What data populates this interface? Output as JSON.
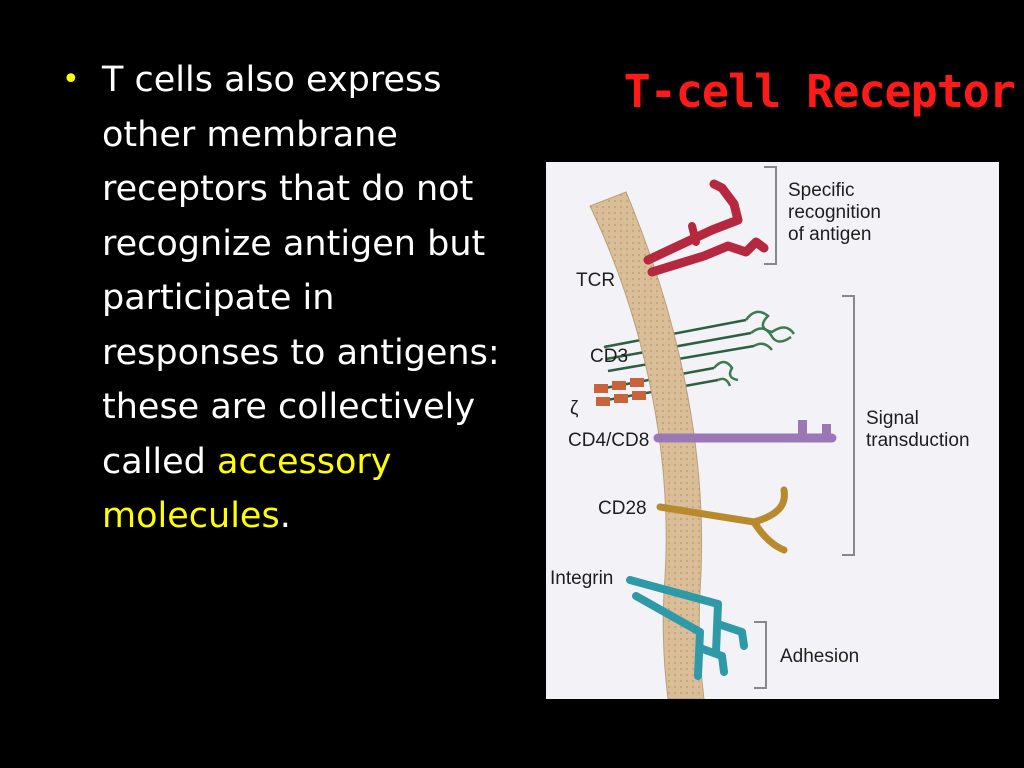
{
  "title": "T-cell Receptor",
  "bullet": {
    "marker": "•",
    "text_main": "T cells also express other membrane receptors that do not recognize antigen but participate in responses to antigens: these are collectively called ",
    "highlight": "accessory molecules",
    "end": "."
  },
  "figure": {
    "labels": {
      "tcr": "TCR",
      "cd3": "CD3",
      "zeta": "ζ",
      "cd4cd8": "CD4/CD8",
      "cd28": "CD28",
      "integrin": "Integrin"
    },
    "groups": {
      "specific_1": "Specific",
      "specific_2": "recognition",
      "specific_3": "of antigen",
      "signal_1": "Signal",
      "signal_2": "transduction",
      "adhesion": "Adhesion"
    }
  },
  "colors": {
    "background": "#000000",
    "title": "#ff1a1a",
    "text": "#ffffff",
    "highlight": "#ffff00",
    "membrane": "#d6bb93",
    "tcr": "#b5283e",
    "cd3": "#3c7a52",
    "cd3_box": "#c8643c",
    "cd4cd8": "#9a78b6",
    "cd28": "#b88a2e",
    "integrin": "#2e9aa8"
  }
}
